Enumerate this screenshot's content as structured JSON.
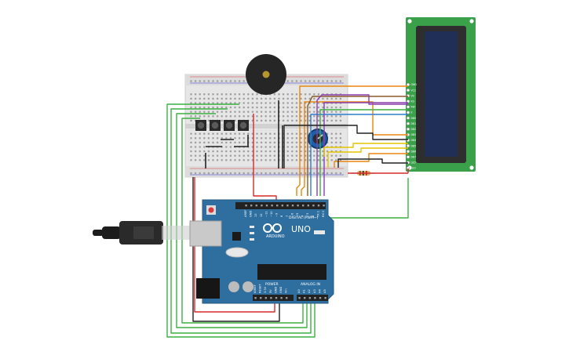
{
  "arduino": {
    "logo_text": "ARDUINO",
    "model": "UNO",
    "digital_header": "DIGITAL (PWM~)",
    "power_header": "POWER",
    "analog_header": "ANALOG IN",
    "digital_pins": [
      "AREF",
      "GND",
      "13",
      "12",
      "~11",
      "~10",
      "~9",
      "8",
      "7",
      "~6",
      "~5",
      "4",
      "~3",
      "2",
      "TX 1",
      "RX 0"
    ],
    "power_pins": [
      "IOREF",
      "RESET",
      "3.3V",
      "5V",
      "GND",
      "GND",
      "Vin"
    ],
    "analog_pins": [
      "A0",
      "A1",
      "A2",
      "A3",
      "A4",
      "A5"
    ]
  },
  "lcd": {
    "pins": [
      "GND",
      "VCC",
      "V0",
      "RS",
      "RW",
      "E",
      "DB0",
      "DB1",
      "DB2",
      "DB3",
      "DB4",
      "DB5",
      "DB6",
      "DB7",
      "LED",
      "LED"
    ]
  },
  "colors": {
    "breadboard": "#e8e8e8",
    "arduino_board": "#2f6f9f",
    "lcd_pcb": "#3aa14a",
    "lcd_screen": "#1f2f55",
    "wire_green": "#3cb043",
    "wire_orange": "#e8860c",
    "wire_red": "#d62b2b",
    "wire_black": "#222222",
    "wire_yellow": "#e3c400",
    "wire_purple": "#8b3fb0",
    "wire_blue": "#2a7fd0",
    "wire_brown": "#8b5a2b"
  },
  "icons": {
    "buzzer": "buzzer-icon",
    "potentiometer": "potentiometer-icon",
    "resistor": "resistor-icon",
    "usb_cable": "usb-cable-icon",
    "push_button": "push-button-icon"
  }
}
